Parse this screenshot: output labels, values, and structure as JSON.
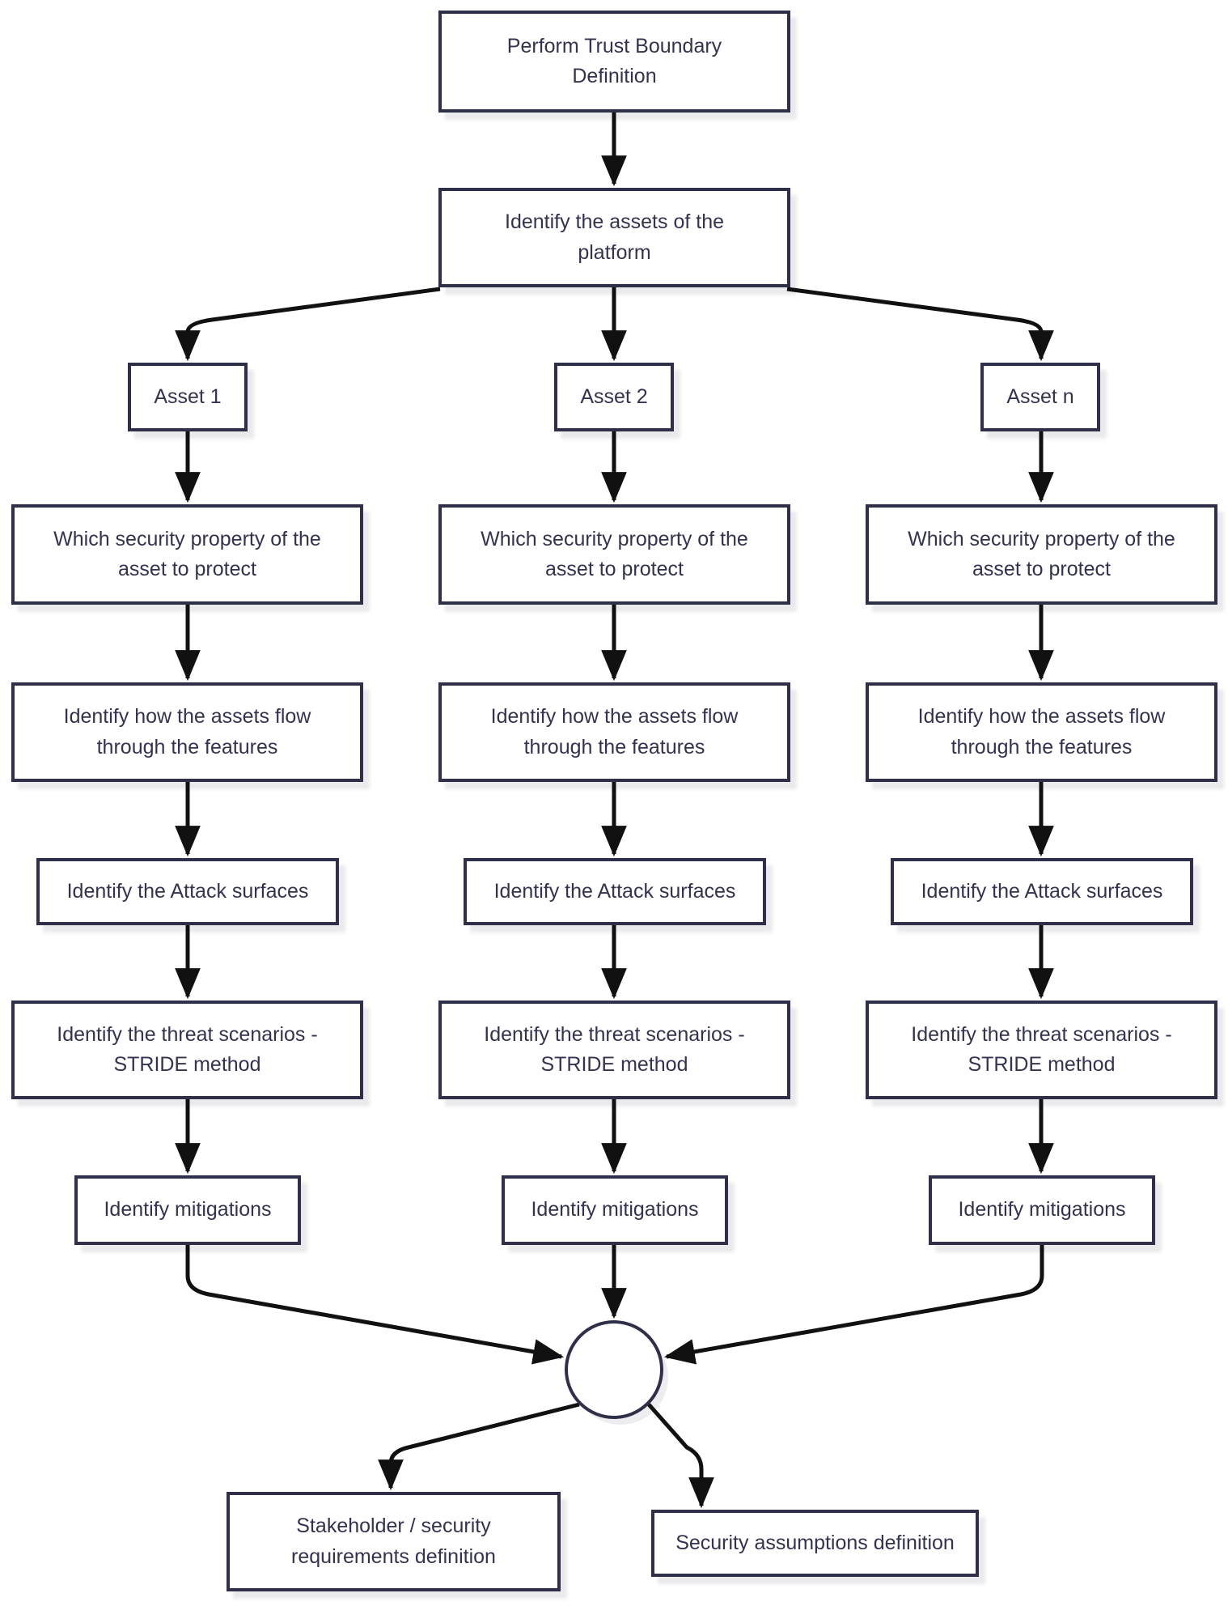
{
  "diagram": {
    "nodes": {
      "start": "Perform Trust Boundary Definition",
      "identify_assets": "Identify the assets of the platform"
    },
    "assets": [
      "Asset 1",
      "Asset 2",
      "Asset n"
    ],
    "steps": {
      "security_property": "Which security property of the asset to protect",
      "asset_flow": "Identify how the assets flow through the features",
      "attack_surfaces": "Identify the Attack surfaces",
      "threat_scenarios": "Identify the threat scenarios - STRIDE method",
      "mitigations": "Identify mitigations"
    },
    "outputs": {
      "stakeholder": "Stakeholder / security requirements definition",
      "assumptions": "Security assumptions definition"
    },
    "colors": {
      "box_border": "#2f2f4a",
      "box_text": "#33334f",
      "connector_line": "#111111",
      "box_background": "#ffffff"
    }
  }
}
